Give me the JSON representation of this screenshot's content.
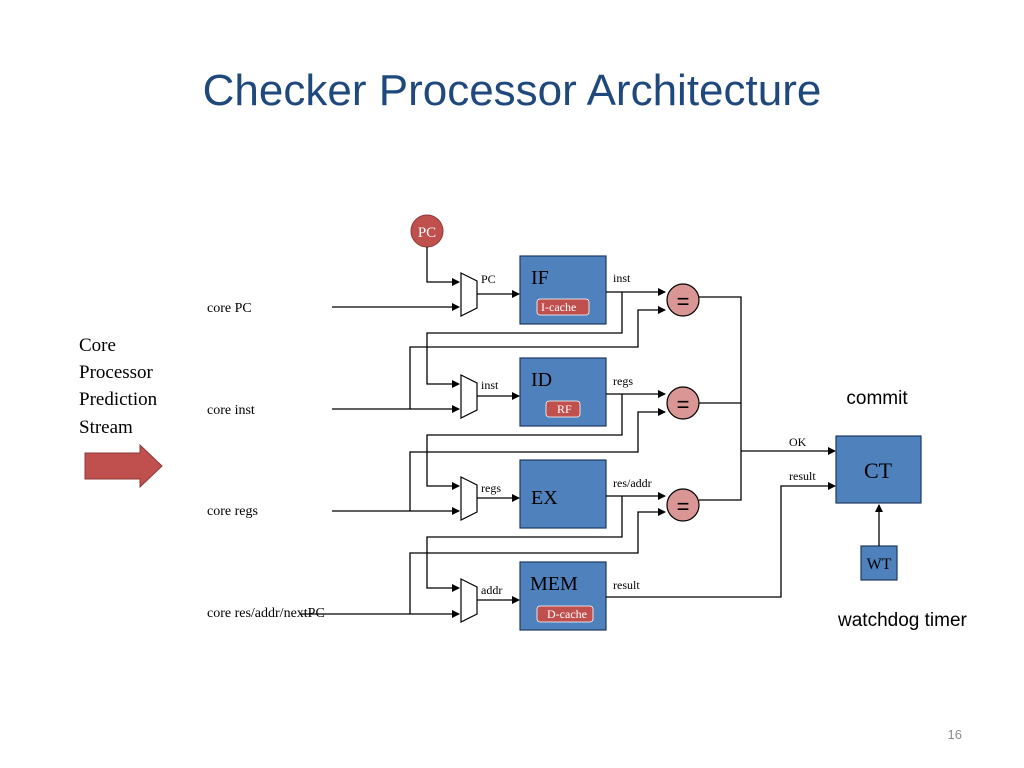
{
  "slide": {
    "title": "Checker Processor Architecture",
    "page_number": "16"
  },
  "diagram": {
    "pc_node": "PC",
    "stream_label": [
      "Core",
      "Processor",
      "Prediction",
      "Stream"
    ],
    "inputs": {
      "core_pc": "core PC",
      "core_inst": "core inst",
      "core_regs": "core regs",
      "core_res": "core res/addr/nextPC"
    },
    "mux_labels": {
      "pc": "PC",
      "inst": "inst",
      "regs": "regs",
      "addr": "addr"
    },
    "stages": {
      "if": {
        "name": "IF",
        "sub": "I-cache"
      },
      "id": {
        "name": "ID",
        "sub": "RF"
      },
      "ex": {
        "name": "EX"
      },
      "mem": {
        "name": "MEM",
        "sub": "D-cache"
      }
    },
    "outputs": {
      "inst": "inst",
      "regs": "regs",
      "res_addr": "res/addr",
      "result": "result"
    },
    "comparator_symbol": "=",
    "ct": {
      "name": "CT",
      "ok_label": "OK",
      "result_label": "result",
      "caption": "commit"
    },
    "wt": {
      "name": "WT",
      "caption": "watchdog timer"
    },
    "arrow_color": "#c0504d",
    "stage_color": "#4f81bd",
    "comparator_color": "#d99694"
  }
}
